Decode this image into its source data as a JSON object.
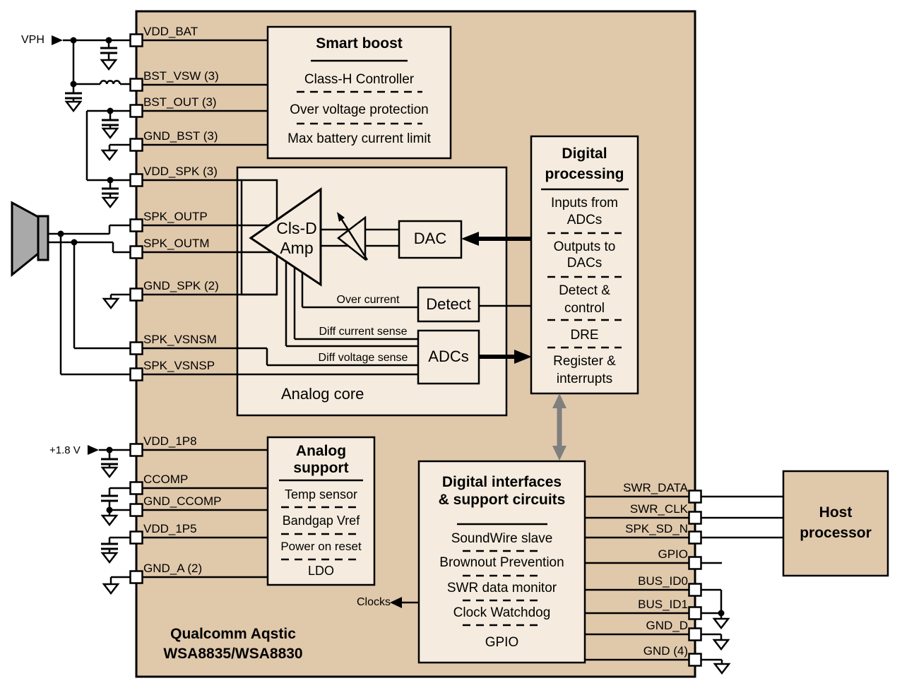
{
  "colors": {
    "chip_body": "#e0c8ab",
    "block_fill": "#f5ecdf",
    "speaker_gray": "#a9a9a9",
    "bus_arrow_gray": "#7f7f7f",
    "wire": "#000000"
  },
  "chip": {
    "label_line1": "Qualcomm Aqstic",
    "label_line2": "WSA8835/WSA8830"
  },
  "external": {
    "vph_label": "VPH",
    "v18_label": "+1.8 V",
    "clocks_label": "Clocks",
    "host": {
      "title": [
        "Host",
        "processor"
      ]
    }
  },
  "pins": {
    "left": [
      "VDD_BAT",
      "BST_VSW (3)",
      "BST_OUT (3)",
      "GND_BST (3)",
      "VDD_SPK (3)",
      "SPK_OUTP",
      "SPK_OUTM",
      "GND_SPK (2)",
      "SPK_VSNSM",
      "SPK_VSNSP",
      "VDD_1P8",
      "CCOMP",
      "GND_CCOMP",
      "VDD_1P5",
      "GND_A (2)"
    ],
    "right": [
      "SWR_DATA",
      "SWR_CLK",
      "SPK_SD_N",
      "GPIO",
      "BUS_ID0",
      "BUS_ID1",
      "GND_D",
      "GND (4)"
    ]
  },
  "blocks": {
    "smart_boost": {
      "title": "Smart boost",
      "items": [
        "Class-H Controller",
        "Over voltage protection",
        "Max battery current limit"
      ]
    },
    "digital_processing": {
      "title": [
        "Digital",
        "processing"
      ],
      "items": [
        [
          "Inputs from",
          "ADCs"
        ],
        [
          "Outputs to",
          "DACs"
        ],
        [
          "Detect &",
          "control"
        ],
        [
          "DRE"
        ],
        [
          "Register &",
          "interrupts"
        ]
      ]
    },
    "digital_interfaces": {
      "title": [
        "Digital interfaces",
        "& support circuits"
      ],
      "items": [
        "SoundWire slave",
        "Brownout Prevention",
        "SWR data monitor",
        "Clock Watchdog",
        "GPIO"
      ]
    },
    "analog_support": {
      "title": [
        "Analog",
        "support"
      ],
      "items": [
        "Temp sensor",
        "Bandgap Vref",
        "Power on reset",
        "LDO"
      ]
    },
    "analog_core": {
      "label": "Analog core",
      "amp": [
        "Cls-D",
        "Amp"
      ],
      "dac": "DAC",
      "detect": "Detect",
      "adcs": "ADCs",
      "signals": {
        "over_current": "Over current",
        "diff_current": "Diff current sense",
        "diff_voltage": "Diff voltage sense"
      }
    }
  }
}
